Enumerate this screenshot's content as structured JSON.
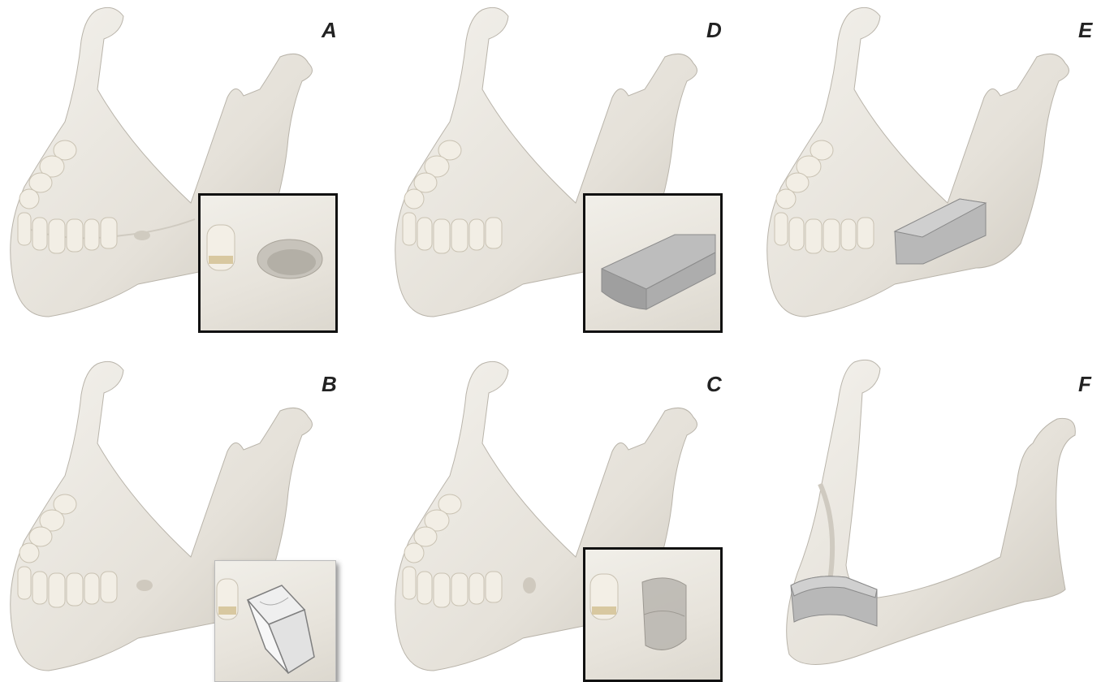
{
  "panels": [
    {
      "id": "A",
      "label": "A",
      "inset": "socket",
      "implant": "none"
    },
    {
      "id": "D",
      "label": "D",
      "inset": "block",
      "implant": "none"
    },
    {
      "id": "E",
      "label": "E",
      "inset": "none",
      "implant": "block"
    },
    {
      "id": "B",
      "label": "B",
      "inset": "box",
      "implant": "none"
    },
    {
      "id": "C",
      "label": "C",
      "inset": "cylinder",
      "implant": "none"
    },
    {
      "id": "F",
      "label": "F",
      "inset": "none",
      "implant": "curved-block"
    }
  ],
  "colors": {
    "bone": "#e9e6df",
    "bone_shadow": "#c9c4ba",
    "tooth": "#f1ede4",
    "tooth_root": "#d8c8a0",
    "graft": "#b8b8b8",
    "frame": "#111111"
  }
}
